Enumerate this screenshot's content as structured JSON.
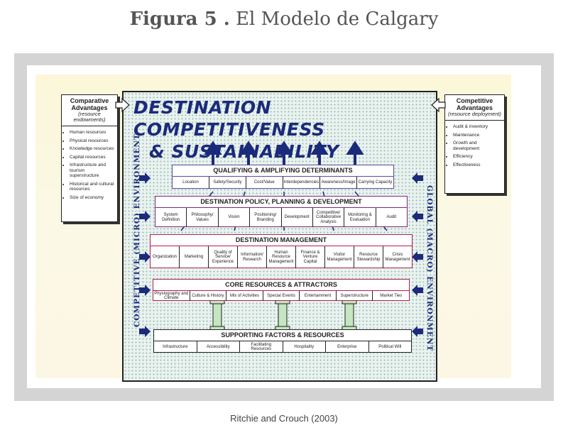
{
  "figure": {
    "label": "Figura 5 .",
    "title": "El Modelo de Calgary"
  },
  "credit": "Ritchie and Crouch (2003)",
  "colors": {
    "title_blue": "#1b2a7a",
    "qualifying": "#5a4da0",
    "policy": "#7a2a7a",
    "management": "#b02050",
    "core": "#b02050",
    "supporting": "#222222"
  },
  "comparative": {
    "title": "Comparative Advantages",
    "subtitle": "(resource endowments)",
    "items": [
      "Human resources",
      "Physical resources",
      "Knowledge resources",
      "Capital resources",
      "Infrastructure and tourism superstructure",
      "Historical and cultural resources",
      "Size of economy"
    ]
  },
  "competitive": {
    "title": "Competitive Advantages",
    "subtitle": "(resource deployment)",
    "items": [
      "Audit & inventory",
      "Maintenance",
      "Growth and development",
      "Efficiency",
      "Effectiveness"
    ]
  },
  "main_title": {
    "line1": "DESTINATION COMPETITIVENESS",
    "line2": "& SUSTAINABILITY"
  },
  "left_env": "COMPETITIVE (MICRO) ENVIRONMENT",
  "right_env": "GLOBAL (MACRO) ENVIRONMENT",
  "qualifying": {
    "title": "QUALIFYING & AMPLIFYING DETERMINANTS",
    "cells": [
      "Location",
      "Safety/Security",
      "Cost/Value",
      "Interdependencies",
      "Awareness/Image",
      "Carrying Capacity"
    ]
  },
  "policy": {
    "title": "DESTINATION POLICY, PLANNING & DEVELOPMENT",
    "cells": [
      "System Definition",
      "Philosophy/ Values",
      "Vision",
      "Positioning/ Branding",
      "Development",
      "Competitive/ Collaborative Analysis",
      "Monitoring & Evaluation",
      "Audit"
    ]
  },
  "management": {
    "title": "DESTINATION MANAGEMENT",
    "cells": [
      "Organization",
      "Marketing",
      "Quality of Service/ Experience",
      "Information/ Research",
      "Human Resource Management",
      "Finance & Venture Capital",
      "Visitor Management",
      "Resource Stewardship",
      "Crisis Management"
    ]
  },
  "core": {
    "title": "CORE RESOURCES & ATTRACTORS",
    "cells": [
      "Physiography and Climate",
      "Culture & History",
      "Mix of Activities",
      "Special Events",
      "Entertainment",
      "Superstructure",
      "Market Ties"
    ]
  },
  "supporting": {
    "title": "SUPPORTING FACTORS & RESOURCES",
    "cells": [
      "Infrastructure",
      "Accessibility",
      "Facilitating Resources",
      "Hospitality",
      "Enterprise",
      "Political Will"
    ]
  }
}
